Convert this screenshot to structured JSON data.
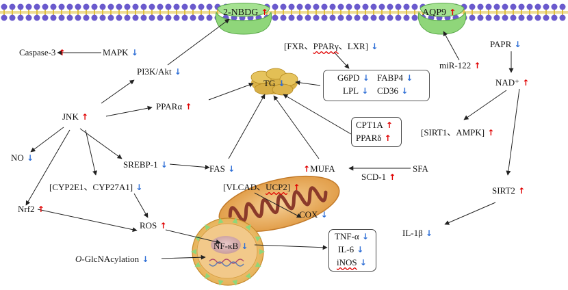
{
  "indicator_colors": {
    "up": "#e00000",
    "down": "#2f6fd6"
  },
  "membrane_colors": {
    "bead": "#6a5acd",
    "tail": "#e0c040",
    "channel": "#8fd67a"
  },
  "nodes": {
    "ngbd": {
      "text": "2-NBDG",
      "dir": "up"
    },
    "aqp9": {
      "text": "AQP9",
      "dir": "up"
    },
    "caspase": {
      "text": "Caspase-3",
      "dir": "up"
    },
    "mapk": {
      "text": "MAPK",
      "dir": "down"
    },
    "pi3k": {
      "text": "PI3K/Akt",
      "dir": "down"
    },
    "fxr": {
      "pre": "[FXR、",
      "mid": "PPARγ",
      "post": "、LXR]",
      "dir": "down"
    },
    "tg": {
      "text": "TG",
      "dir": "down"
    },
    "g6pd": {
      "text": "G6PD",
      "dir": "down"
    },
    "fabp4": {
      "text": "FABP4",
      "dir": "down"
    },
    "lpl": {
      "text": "LPL",
      "dir": "down"
    },
    "cd36": {
      "text": "CD36",
      "dir": "down"
    },
    "mir122": {
      "text": "miR-122",
      "dir": "up"
    },
    "papr": {
      "text": "PAPR",
      "dir": "down"
    },
    "nad": {
      "text": "NAD⁺",
      "dir": "up"
    },
    "jnk": {
      "text": "JNK",
      "dir": "up"
    },
    "pparalpha": {
      "text": "PPARα",
      "dir": "up"
    },
    "cpt1a": {
      "text": "CPT1A",
      "dir": "up"
    },
    "ppardelta": {
      "text": "PPARδ",
      "dir": "up"
    },
    "sirt1": {
      "text": "[SIRT1、AMPK]",
      "dir": "up"
    },
    "no": {
      "text": "NO",
      "dir": "down"
    },
    "srebp": {
      "text": "SREBP-1",
      "dir": "down"
    },
    "fas": {
      "text": "FAS",
      "dir": "down"
    },
    "mufa": {
      "text": "MUFA",
      "dir": "up"
    },
    "sfa": {
      "text": "SFA"
    },
    "scd1": {
      "text": "SCD-1",
      "dir": "up"
    },
    "cyp": {
      "text": "[CYP2E1、CYP27A1]",
      "dir": "down"
    },
    "vlcad": {
      "pre": "[VLCAD、",
      "mid": "UCP2",
      "post": "]",
      "dir": "up"
    },
    "cox": {
      "text": "COX",
      "dir": "down"
    },
    "nrf2": {
      "text": "Nrf2",
      "dir": "up"
    },
    "sirt2": {
      "text": "SIRT2",
      "dir": "up"
    },
    "ros": {
      "text": "ROS",
      "dir": "up"
    },
    "nfkb": {
      "text": "NF-κB",
      "dir": "down"
    },
    "tnf": {
      "text": "TNF-α",
      "dir": "down"
    },
    "il6": {
      "text": "IL-6",
      "dir": "down"
    },
    "inos": {
      "text": "iNOS",
      "dir": "down"
    },
    "il1b": {
      "text": "IL-1β",
      "dir": "down"
    },
    "oglc": {
      "pre": "O",
      "post": "-GlcNAcylation",
      "dir": "down"
    }
  }
}
